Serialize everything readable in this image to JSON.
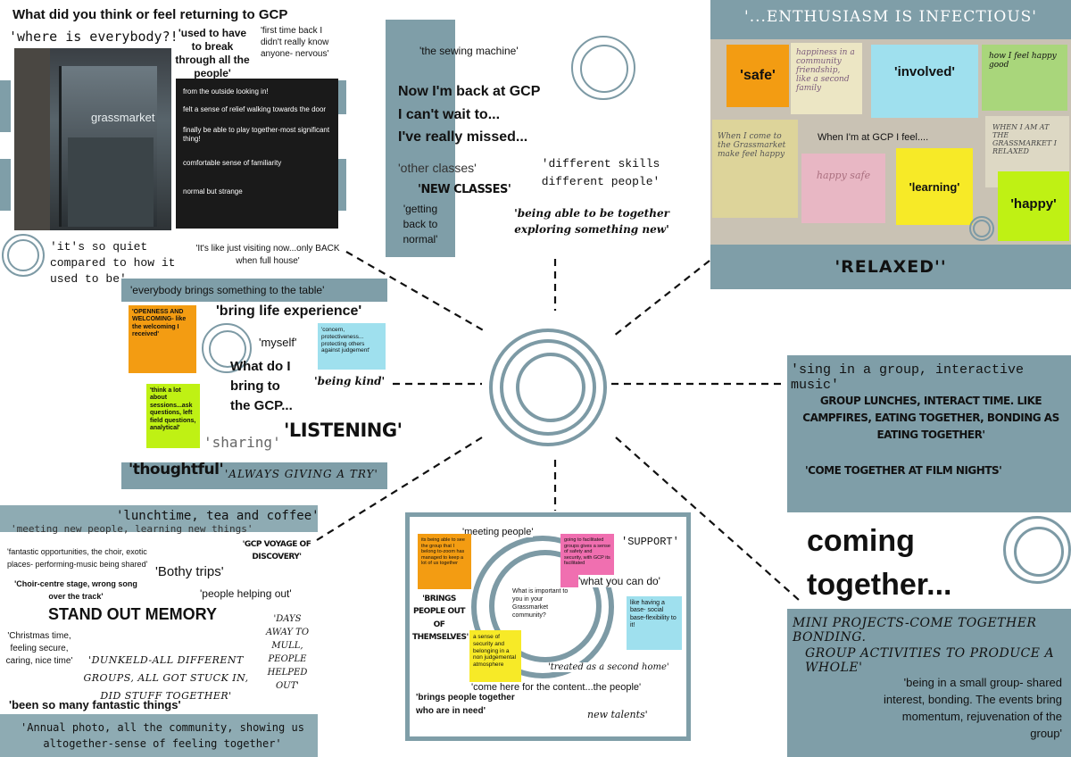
{
  "q1": {
    "title": "What did you think or feel returning to GCP",
    "where": "'where is everybody?!'",
    "break_through": "'used to have to break through all the people'",
    "first_time": "'first time back I didn't really know anyone- nervous'",
    "storefront_sign": "grassmarket",
    "dark_lines": [
      "from the outside looking in!",
      "felt a sense of relief walking towards the door",
      "finally be able to play together-most significant thing!",
      "comfortable sense of familiarity",
      "normal but strange"
    ],
    "quiet": "'it's so quiet compared to how it used to be'",
    "visiting": "'It's like just visiting now...only BACK when full house'"
  },
  "q2": {
    "sewing": "'the sewing machine'",
    "prompt_lines": [
      "Now I'm back at GCP",
      "I can't wait to...",
      "I've really missed..."
    ],
    "other_classes": "'other classes'",
    "new_classes": "'NEW CLASSES'",
    "getting_back": "'getting back to normal'",
    "different_skills": "'different skills different people'",
    "together": "'being able to be together exploring something new'"
  },
  "q3": {
    "title": "'...ENTHUSIASM IS INFECTIOUS'",
    "safe": "'safe'",
    "involved": "'involved'",
    "learning": "'learning'",
    "happy": "'happy'",
    "prompt": "When I'm at GCP I feel....",
    "relaxed": "'RELAXED''",
    "handwritten": {
      "family": "happiness in a community friendship, like a second family",
      "come": "When I come to the Grassmarket make feel happy",
      "feel_happy": "how I feel happy good",
      "at_the": "WHEN I AM AT THE GRASSMARKET I RELAXED",
      "happy_safe": "happy safe"
    }
  },
  "q4": {
    "brings": "'everybody brings something to the table'",
    "openness": "'OPENNESS AND WELCOMING- like the welcoming I received'",
    "life_exp": "'bring life experience'",
    "myself": "'myself'",
    "concern": "'concern, protectiveness... protecting others against judgement'",
    "prompt": "What do I bring to the GCP...",
    "being_kind": "'being kind'",
    "think": "'think a lot about sessions...ask questions, left field questions, analytical'",
    "sharing": "'sharing'",
    "listening": "'LISTENING'",
    "thoughtful": "'thoughtful'",
    "giving_try": "'ALWAYS GIVING A TRY'"
  },
  "q5": {
    "sing": "'sing in a group, interactive music'",
    "lunches": "GROUP LUNCHES, INTERACT TIME. LIKE CAMPFIRES, EATING TOGETHER, BONDING AS EATING TOGETHER'",
    "film": "'COME TOGETHER AT FILM NIGHTS'",
    "coming_together": [
      "coming",
      "together..."
    ],
    "mini_projects": "MINI PROJECTS-COME TOGETHER BONDING.",
    "group_activities": "GROUP ACTIVITIES TO PRODUCE A WHOLE'",
    "small_group": "'being in a small group- shared interest, bonding. The events bring momentum, rejuvenation of the group'"
  },
  "q6": {
    "meeting_people": "'meeting people'",
    "zoom_note": "its being able to see the group that I belong to-zoom has managed to keep a lot of us together",
    "facilitated_note": "going to facilitated groups gives a sense of safety and security, with GCP its facilitated",
    "support": "'SUPPORT'",
    "what_you_can_do": "'what you can do'",
    "brings_out": "'BRINGS PEOPLE OUT OF THEMSELVES'",
    "prompt": "What is important to you in your Grassmarket community?",
    "base_social": "like having a base- social base-flexibility to it!",
    "security": "a sense of security and belonging in a non judgemental atmosphere",
    "second_home": "'treated as a second home'",
    "content": "'come here for the content...the people'",
    "brings_together": "'brings people together who are in need'",
    "new_talents": "new talents'"
  },
  "q7": {
    "lunchtime": "'lunchtime, tea and coffee'",
    "meeting_new": "'meeting new people, learning new things'",
    "fantastic": "'fantastic opportunities, the choir, exotic places- performing-music being shared'",
    "voyage": "'GCP VOYAGE OF DISCOVERY'",
    "bothy": "'Bothy trips'",
    "choir": "'Choir-centre stage, wrong song over the track'",
    "helping": "'people helping out'",
    "stand_out": "STAND OUT MEMORY",
    "christmas": "'Christmas time, feeling secure, caring, nice time'",
    "dunkeld": "'DUNKELD-ALL DIFFERENT GROUPS, ALL GOT STUCK IN, DID STUFF TOGETHER'",
    "days_away": "'DAYS AWAY TO MULL, PEOPLE HELPED OUT'",
    "so_many": "'been so many fantastic things'",
    "annual": "'Annual photo, all the community, showing us altogether-sense of feeling together'"
  },
  "colors": {
    "slate": "#7f9ea8",
    "orange": "#f39c12",
    "lightblue": "#9fe0ee",
    "lime": "#bff114",
    "yellow": "#f7ea27",
    "pink": "#f06fb0"
  }
}
